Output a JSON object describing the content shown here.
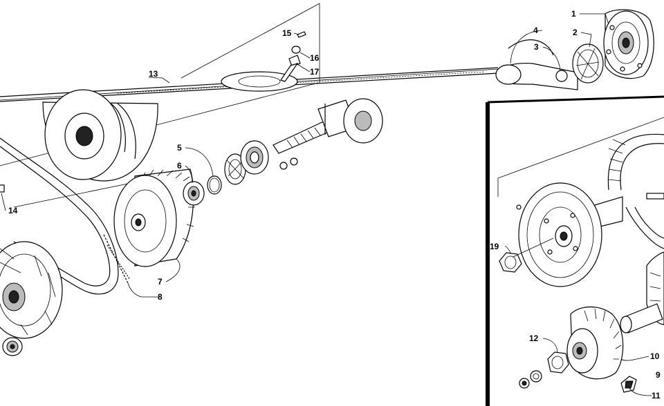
{
  "diagram": {
    "type": "exploded-parts-view",
    "callouts": [
      {
        "id": "c1",
        "label": "1"
      },
      {
        "id": "c2",
        "label": "2"
      },
      {
        "id": "c3",
        "label": "3"
      },
      {
        "id": "c4",
        "label": "4"
      },
      {
        "id": "c5",
        "label": "5"
      },
      {
        "id": "c6",
        "label": "6"
      },
      {
        "id": "c7",
        "label": "7"
      },
      {
        "id": "c8",
        "label": "8"
      },
      {
        "id": "c9",
        "label": "9"
      },
      {
        "id": "c10",
        "label": "10"
      },
      {
        "id": "c11",
        "label": "11"
      },
      {
        "id": "c12",
        "label": "12"
      },
      {
        "id": "c13",
        "label": "13"
      },
      {
        "id": "c14",
        "label": "14"
      },
      {
        "id": "c15",
        "label": "15"
      },
      {
        "id": "c16",
        "label": "16"
      },
      {
        "id": "c17",
        "label": "17"
      },
      {
        "id": "c19",
        "label": "19"
      }
    ]
  }
}
